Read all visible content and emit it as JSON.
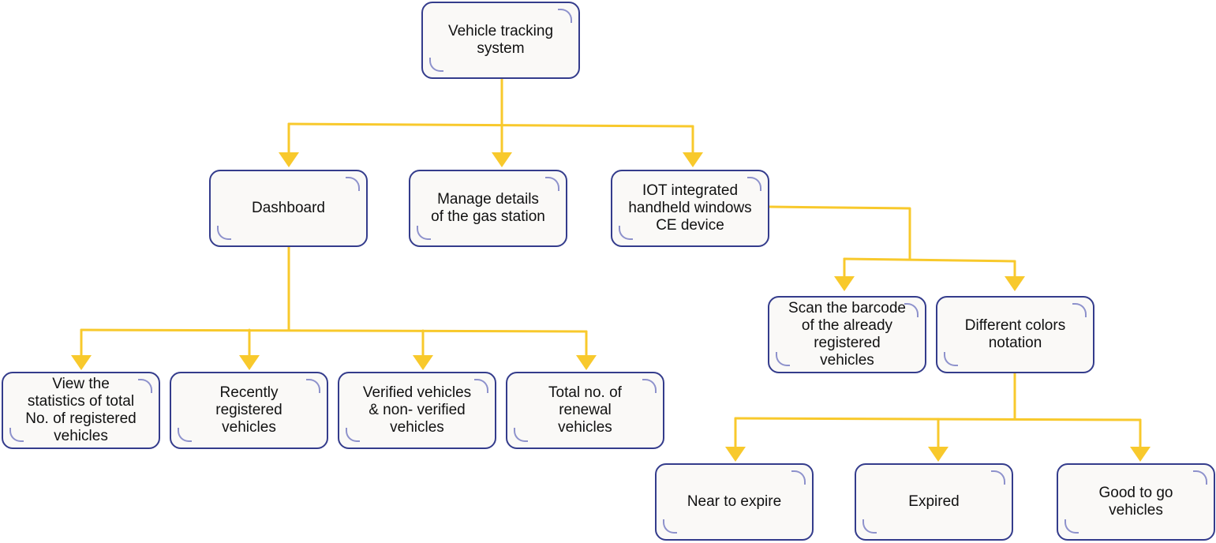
{
  "diagram": {
    "connector_color": "#f8c92c",
    "box_border_color": "#343c8c",
    "box_fill_color": "#faf9f7",
    "nodes": {
      "root": "Vehicle tracking\nsystem",
      "dashboard": "Dashboard",
      "manage": "Manage details\nof the gas station",
      "iot": "IOT integrated\nhandheld windows\nCE device",
      "stats": "View the\nstatistics of total\nNo. of registered\nvehicles",
      "recent": "Recently\nregistered\nvehicles",
      "verified": "Verified vehicles\n& non- verified\nvehicles",
      "renewal": "Total no. of\nrenewal\nvehicles",
      "scan": "Scan the barcode\nof the already\nregistered\nvehicles",
      "colors": "Different colors\nnotation",
      "near": "Near to expire",
      "expired": "Expired",
      "good": "Good to go\nvehicles"
    }
  }
}
